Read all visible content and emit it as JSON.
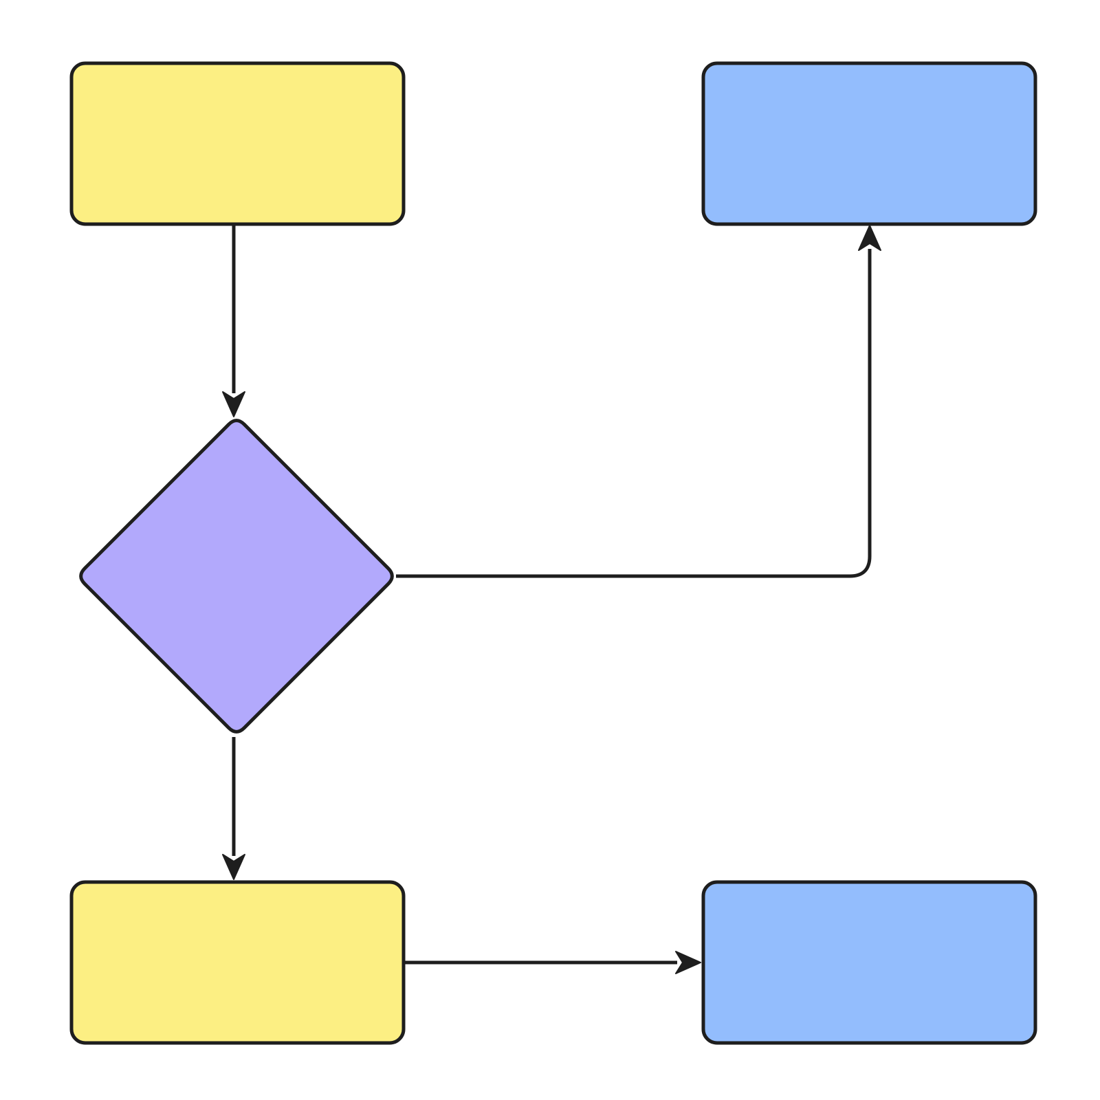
{
  "diagram": {
    "type": "flowchart",
    "stroke_color": "#1e1e1e",
    "background_color": "#ffffff",
    "nodes": [
      {
        "id": "start",
        "shape": "rectangle",
        "fill": "#fcef83",
        "label": ""
      },
      {
        "id": "decision",
        "shape": "diamond",
        "fill": "#b2a9fc",
        "label": ""
      },
      {
        "id": "process",
        "shape": "rectangle",
        "fill": "#fcef83",
        "label": ""
      },
      {
        "id": "outcome-top",
        "shape": "rectangle",
        "fill": "#93bdfd",
        "label": ""
      },
      {
        "id": "outcome-bottom",
        "shape": "rectangle",
        "fill": "#93bdfd",
        "label": ""
      }
    ],
    "edges": [
      {
        "from": "start",
        "to": "decision"
      },
      {
        "from": "decision",
        "to": "process"
      },
      {
        "from": "decision",
        "to": "outcome-top"
      },
      {
        "from": "process",
        "to": "outcome-bottom"
      }
    ]
  }
}
